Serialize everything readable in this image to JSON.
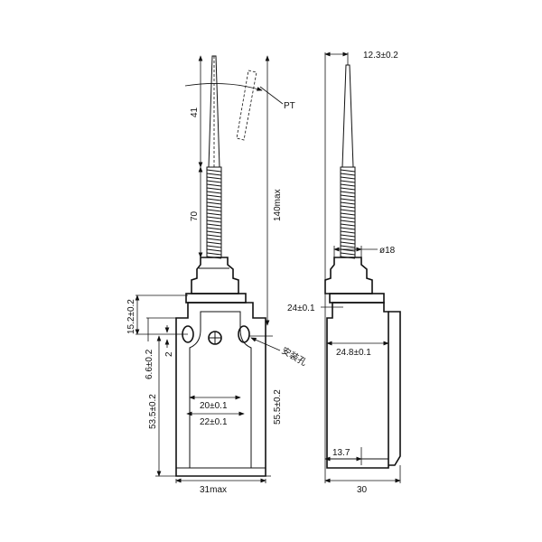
{
  "front_view": {
    "dims": {
      "lever_upper": "41",
      "spring": "70",
      "overall_height": "140max",
      "pt_label": "PT",
      "top_to_hole": "15.2±0.2",
      "hole_offset": "6.6±0.2",
      "hole_slot": "2",
      "hole_to_bottom": "53.5±0.2",
      "body_height": "55.5±0.2",
      "inner_width": "20±0.1",
      "outer_hole_width": "22±0.1",
      "body_width": "31max",
      "mount_hole_label": "安装孔"
    }
  },
  "side_view": {
    "dims": {
      "tip_offset": "12.3±0.2",
      "diameter": "ø18",
      "head_height": "24±0.1",
      "body_depth": "24.8±0.1",
      "base_offset": "13.7",
      "overall_depth": "30"
    }
  }
}
